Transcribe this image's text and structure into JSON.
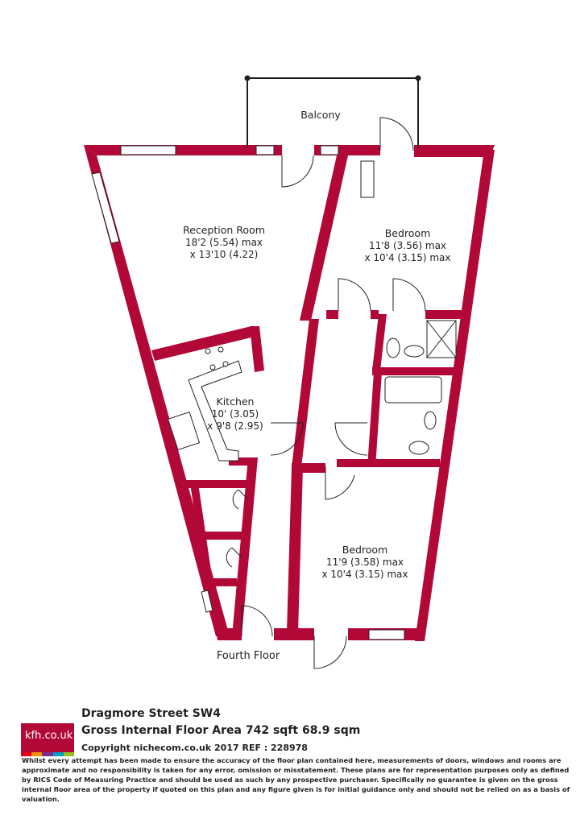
{
  "plan": {
    "floor_label": "Fourth Floor",
    "wall_color": "#b20837",
    "rooms": {
      "balcony": {
        "name": "Balcony"
      },
      "reception": {
        "name": "Reception Room",
        "dim1": "18'2 (5.54) max",
        "dim2": "x 13'10 (4.22)"
      },
      "bedroom1": {
        "name": "Bedroom",
        "dim1": "11'8 (3.56) max",
        "dim2": "x 10'4 (3.15) max"
      },
      "kitchen": {
        "name": "Kitchen",
        "dim1": "10' (3.05)",
        "dim2": "x 9'8 (2.95)"
      },
      "bedroom2": {
        "name": "Bedroom",
        "dim1": "11'9 (3.58) max",
        "dim2": "x 10'4 (3.15) max"
      }
    }
  },
  "footer": {
    "logo_text": "kfh.co.uk",
    "logo_colors": [
      "#e2001a",
      "#f39200",
      "#7b2d8b",
      "#00a0c6",
      "#95c11f"
    ],
    "address": "Dragmore Street  SW4",
    "area": "Gross Internal Floor Area 742 sqft 68.9 sqm",
    "copyright": "Copyright nichecom.co.uk 2017 REF : 228978",
    "disclaimer": "Whilst every attempt has been made to ensure the accuracy of the floor plan contained here, measurements of doors, windows and rooms are approximate and no responsibility is taken for any error, omission or misstatement.  These plans are for representation purposes only as defined by RICS Code of Measuring Practice and should be used as such by any prospective purchaser.  Specifically no guarantee is given on the gross internal floor area of the property if quoted on this plan and any figure given is for initial guidance only and should not be relied on as a basis of valuation."
  }
}
